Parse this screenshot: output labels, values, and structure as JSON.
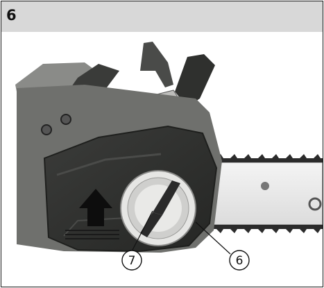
{
  "figure": {
    "number": "6"
  },
  "callouts": [
    {
      "label": "7"
    },
    {
      "label": "6"
    }
  ],
  "icons": {
    "direction_arrow": "up-arrow-icon"
  },
  "colors": {
    "header_bg": "#d8d8d8",
    "frame_border": "#1a1a1a",
    "photo_dark": "#2e2f2d"
  }
}
